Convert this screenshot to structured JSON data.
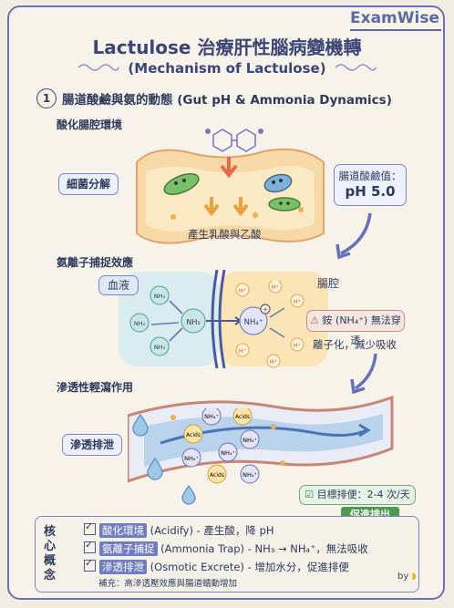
{
  "brand": "ExamWise",
  "title": "Lactulose 治療肝性腦病變機轉",
  "subtitle": "(Mechanism of Lactulose)",
  "section": {
    "number": "1",
    "title": "腸道酸鹼與氨的動態 (Gut pH & Ammonia Dynamics)"
  },
  "panel1": {
    "label": "酸化腸腔環境",
    "bacteria": "細菌分解",
    "ph_label": "腸道酸鹼值：",
    "ph_value": "pH 5.0",
    "acids": "產生乳酸與乙酸"
  },
  "panel2": {
    "label": "氨離子捕捉效應",
    "blood": "血液",
    "lumen": "腸腔",
    "warning": "銨 (NH₄⁺) 無法穿透",
    "note": "離子化，減少吸收",
    "nh3": "NH₃",
    "nh4": "NH₄⁺",
    "h": "H⁺"
  },
  "panel3": {
    "label": "滲透性輕瀉作用",
    "osmotic": "滲透排泄",
    "acids": "Acids",
    "nh4": "NH₄⁺",
    "target": "目標排便：2-4 次/天",
    "promote": "促進排出"
  },
  "core": {
    "title": "核心概念",
    "rows": [
      {
        "tag": "酸化環境",
        "text": "(Acidify) - 產生酸，降 pH"
      },
      {
        "tag": "氨離子捕捉",
        "text": "(Ammonia Trap) - NH₃ → NH₄⁺，無法吸收"
      },
      {
        "tag": "滲透排泄",
        "text": "(Osmotic Excrete) - 增加水分，促進排便"
      }
    ],
    "supplement": "補充：高滲透壓效應與腸道蠕動增加"
  },
  "signature": "by"
}
